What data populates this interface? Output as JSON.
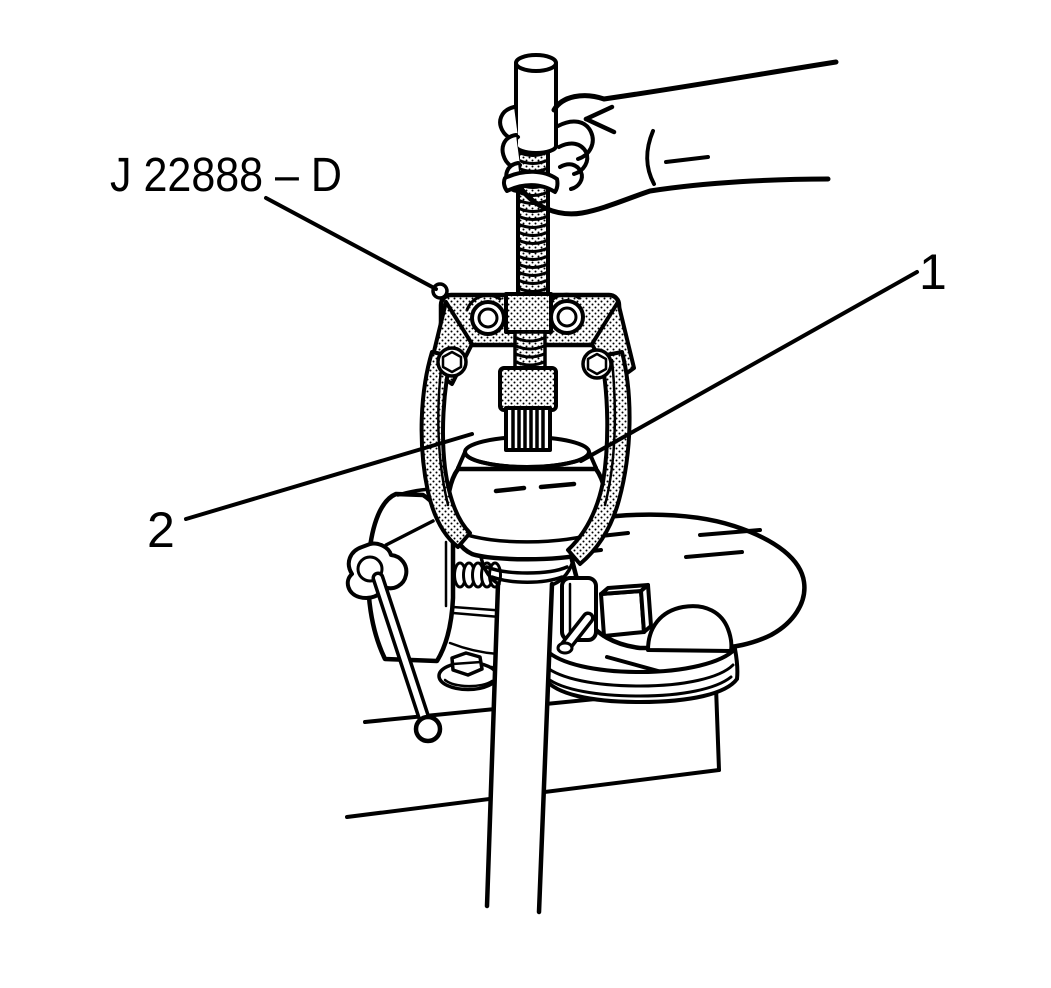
{
  "figure": {
    "labels": {
      "tool": "J 22888 – D",
      "callout_1": "1",
      "callout_2": "2"
    },
    "colors": {
      "background": "#ffffff",
      "line": "#000000"
    }
  }
}
